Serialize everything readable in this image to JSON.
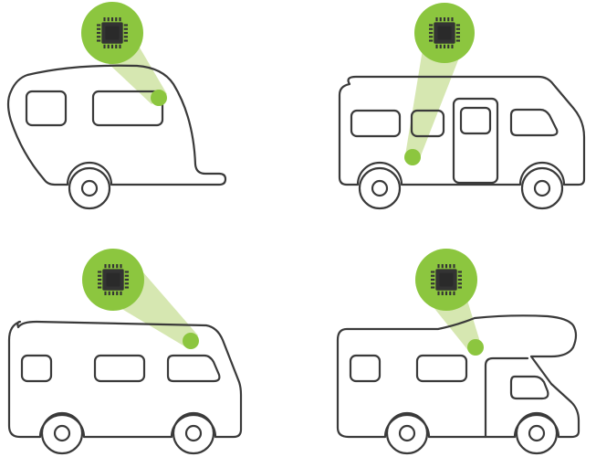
{
  "colors": {
    "accent": "#8cc63f",
    "beam": "#cfe3a3",
    "outline": "#3a3a3a",
    "chip": "#333333",
    "background": "#ffffff"
  },
  "vehicles": [
    {
      "type": "travel-trailer",
      "icon": "microchip-icon"
    },
    {
      "type": "campervan",
      "icon": "microchip-icon"
    },
    {
      "type": "motorhome",
      "icon": "microchip-icon"
    },
    {
      "type": "alcove-motorhome",
      "icon": "microchip-icon"
    }
  ]
}
